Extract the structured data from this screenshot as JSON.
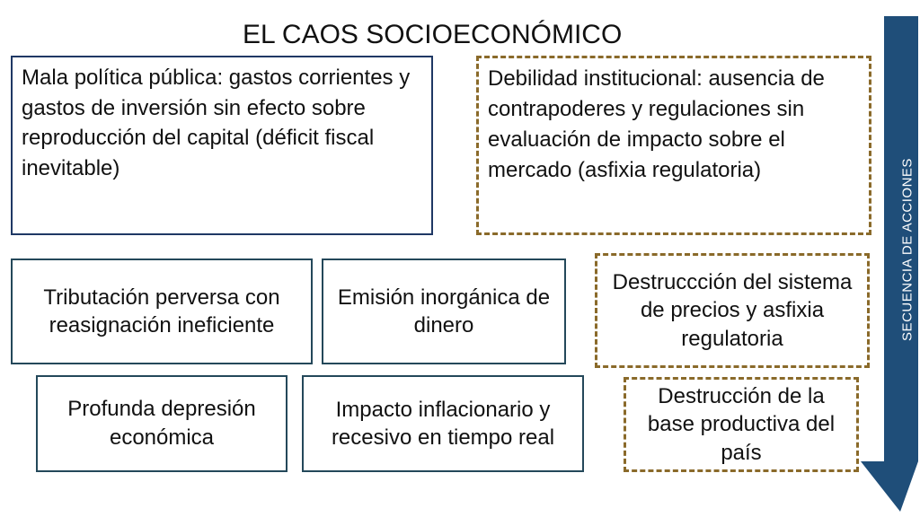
{
  "title": "EL CAOS SOCIOECONÓMICO",
  "arrow_label": "SECUENCIA DE ACCIONES",
  "colors": {
    "arrow_fill": "#1f4e79",
    "solid_border": "#1f3864",
    "dashed_border": "#8a6a2a"
  },
  "boxes": {
    "mala_politica": "Mala política pública: gastos corrientes y gastos de inversión sin efecto sobre reproducción del capital (déficit fiscal inevitable)",
    "debilidad": "Debilidad institucional: ausencia de contrapoderes y regulaciones sin evaluación de impacto sobre el mercado (asfixia regulatoria)",
    "tributacion": "Tributación perversa con reasignación ineficiente",
    "emision": "Emisión inorgánica de dinero",
    "destruccion_precios": "Destruccción del sistema de precios y asfixia regulatoria",
    "depresion": "Profunda depresión económica",
    "impacto": "Impacto inflacionario y recesivo en tiempo real",
    "destruccion_base": "Destrucción de la base productiva del país"
  }
}
